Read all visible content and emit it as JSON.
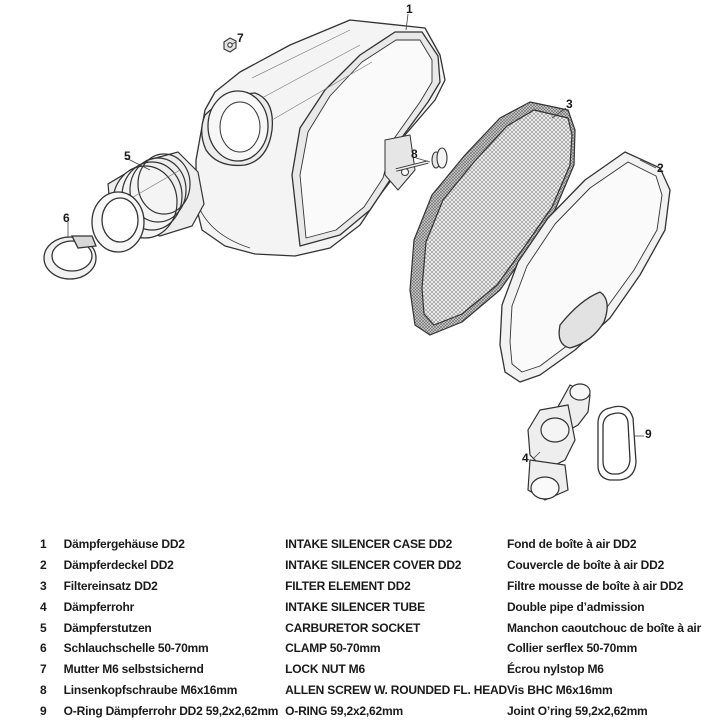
{
  "callouts": [
    {
      "num": "1"
    },
    {
      "num": "2"
    },
    {
      "num": "3"
    },
    {
      "num": "4"
    },
    {
      "num": "5"
    },
    {
      "num": "6"
    },
    {
      "num": "7"
    },
    {
      "num": "8"
    },
    {
      "num": "9"
    }
  ],
  "parts": [
    {
      "num": "1",
      "de": "Dämpfergehäuse DD2",
      "en": "INTAKE SILENCER CASE DD2",
      "fr": "Fond de boîte à air DD2"
    },
    {
      "num": "2",
      "de": "Dämpferdeckel DD2",
      "en": "INTAKE SILENCER COVER DD2",
      "fr": "Couvercle de boîte à air DD2"
    },
    {
      "num": "3",
      "de": "Filtereinsatz DD2",
      "en": "FILTER ELEMENT DD2",
      "fr": "Filtre mousse de boîte à air DD2"
    },
    {
      "num": "4",
      "de": "Dämpferrohr",
      "en": "INTAKE SILENCER TUBE",
      "fr": "Double pipe d’admission"
    },
    {
      "num": "5",
      "de": "Dämpferstutzen",
      "en": "CARBURETOR SOCKET",
      "fr": "Manchon caoutchouc de boîte à air"
    },
    {
      "num": "6",
      "de": "Schlauchschelle 50-70mm",
      "en": "CLAMP 50-70mm",
      "fr": "Collier serflex 50-70mm"
    },
    {
      "num": "7",
      "de": "Mutter M6 selbstsichernd",
      "en": "LOCK NUT M6",
      "fr": "Écrou nylstop M6"
    },
    {
      "num": "8",
      "de": "Linsenkopfschraube M6x16mm",
      "en": "ALLEN SCREW W. ROUNDED FL. HEAD",
      "fr": "Vis BHC M6x16mm"
    },
    {
      "num": "9",
      "de": "O-Ring Dämpferrohr DD2 59,2x2,62mm",
      "en": "O-RING 59,2x2,62mm",
      "fr": "Joint O’ring 59,2x2,62mm"
    }
  ]
}
